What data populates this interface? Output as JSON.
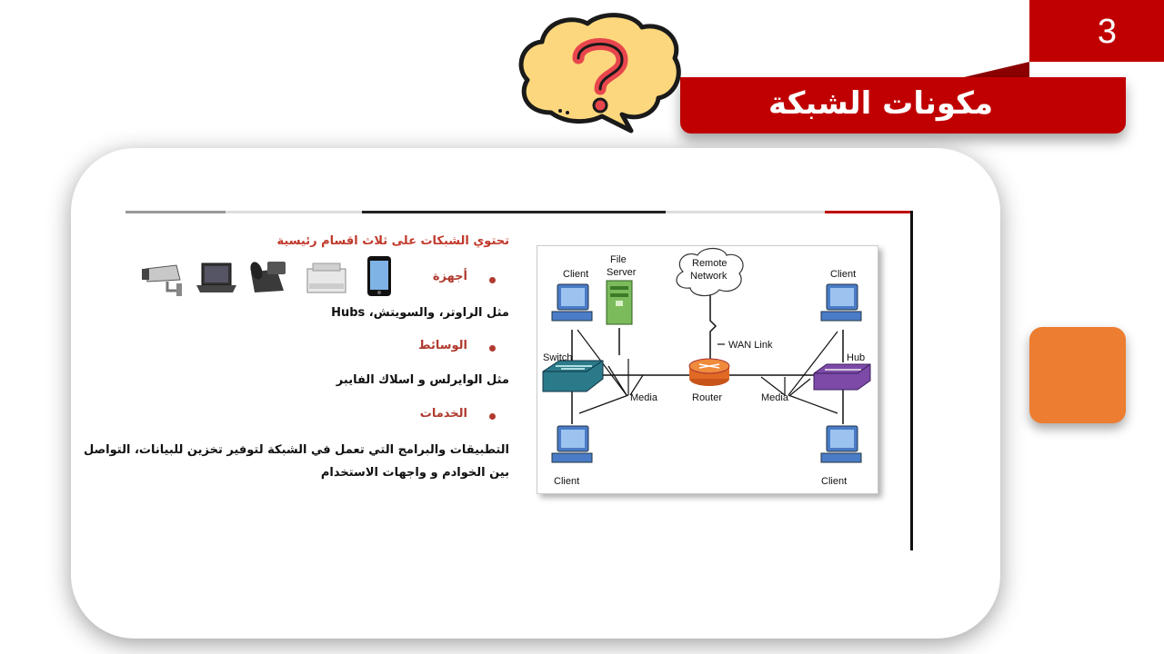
{
  "slide": {
    "number": "3",
    "title": "مكونات الشبكة"
  },
  "content": {
    "intro": "تحتوي الشبكات على ثلاث اقسام رئيسية",
    "sections": [
      {
        "label": "أجهزة",
        "detail": "مثل الراوتر، والسويتش، Hubs"
      },
      {
        "label": "الوسائط",
        "detail": "مثل الوايرلس و اسلاك الفايبر"
      },
      {
        "label": "الخدمات",
        "detail_line1": "التطبيقات والبرامج التي تعمل في الشبكة لتوفير تخزين للبيانات، التواصل",
        "detail_line2": "بين الخوادم و واجهات الاستخدام"
      }
    ],
    "device_icons": [
      "camera-icon",
      "laptop-icon",
      "phone-icon",
      "printer-icon",
      "smartphone-icon"
    ]
  },
  "diagram": {
    "client_tl": "Client",
    "file_server_line1": "File",
    "file_server_line2": "Server",
    "remote_line1": "Remote",
    "remote_line2": "Network",
    "client_tr": "Client",
    "wan_link": "WAN Link",
    "switch": "Switch",
    "hub": "Hub",
    "media_left": "Media",
    "router": "Router",
    "media_right": "Media",
    "client_bl": "Client",
    "client_br": "Client"
  },
  "colors": {
    "accent_red": "#c00000",
    "orange": "#ed7d31",
    "bullet": "#b03a2e"
  }
}
